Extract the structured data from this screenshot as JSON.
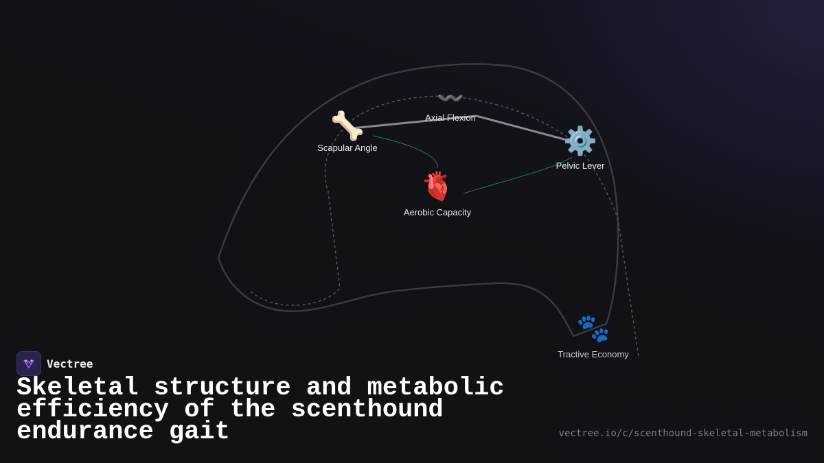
{
  "diagram": {
    "nodes": [
      {
        "id": "scapular",
        "label": "Scapular Angle",
        "icon": "bone-icon",
        "glyph": "🦴"
      },
      {
        "id": "axial",
        "label": "Axial Flexion",
        "icon": "spine-wave-icon",
        "glyph": "〰️"
      },
      {
        "id": "pelvic",
        "label": "Pelvic Lever",
        "icon": "gear-icon",
        "glyph": "⚙️"
      },
      {
        "id": "aerobic",
        "label": "Aerobic Capacity",
        "icon": "heart-icon",
        "glyph": "🫀"
      },
      {
        "id": "tractive",
        "label": "Tractive Economy",
        "icon": "paw-icon",
        "glyph": "🐾"
      }
    ],
    "edges": [
      {
        "from": "scapular",
        "to": "axial",
        "style": "solid-gray"
      },
      {
        "from": "axial",
        "to": "pelvic",
        "style": "solid-gray"
      },
      {
        "from": "scapular",
        "to": "aerobic",
        "style": "thin-green"
      },
      {
        "from": "aerobic",
        "to": "pelvic",
        "style": "thin-green"
      }
    ],
    "colors": {
      "edge_gray": "#8a8a90",
      "edge_green": "#1f6b55",
      "outline": "#3a3a40"
    }
  },
  "brand": {
    "name": "Vectree",
    "logo_icon": "vectree-logo-icon"
  },
  "title": "Skeletal structure and metabolic efficiency of the scenthound endurance gait",
  "url": "vectree.io/c/scenthound-skeletal-metabolism"
}
